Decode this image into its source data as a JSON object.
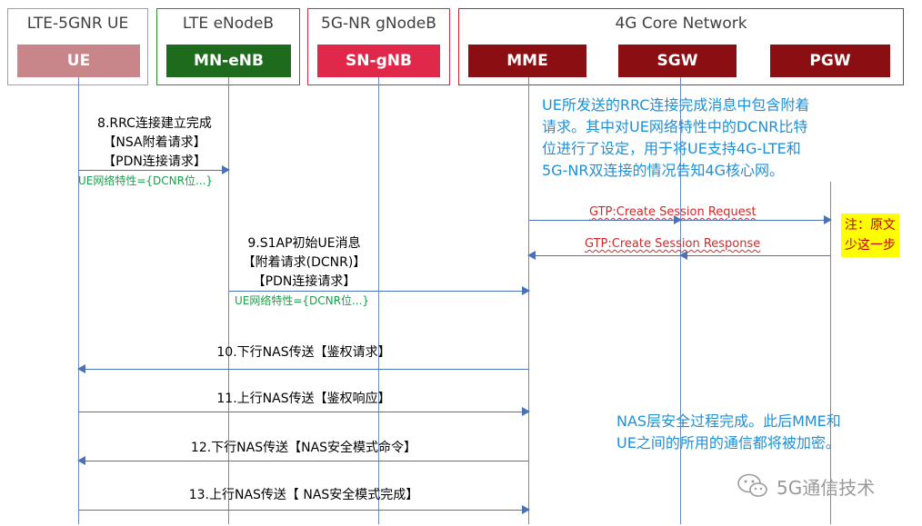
{
  "groups": {
    "ue": "LTE-5GNR UE",
    "enb": "LTE eNodeB",
    "gnb": "5G-NR gNodeB",
    "core": "4G Core Network"
  },
  "entities": {
    "ue": "UE",
    "mn_enb": "MN-eNB",
    "sn_gnb": "SN-gNB",
    "mme": "MME",
    "sgw": "SGW",
    "pgw": "PGW"
  },
  "colors": {
    "ue": "#c9868a",
    "mn_enb": "#1e6b1e",
    "sn_gnb": "#e0294a",
    "core": "#8b0f12",
    "border_ue": "#a0a0a0",
    "border_enb": "#2e8b2e",
    "border_gnb": "#e0294a",
    "border_core": "#c0282d",
    "arrow": "#4a72b8"
  },
  "messages": {
    "m8": [
      "8.RRC连接建立完成",
      "【NSA附着请求】",
      "【PDN连接请求】"
    ],
    "m8_sub": "UE网络特性={DCNR位...}",
    "m9": [
      "9.S1AP初始UE消息",
      "【附着请求(DCNR)】",
      "【PDN连接请求】"
    ],
    "m9_sub": "UE网络特性={DCNR位...}",
    "gtp_req": "GTP:Create Session Request",
    "gtp_resp": "GTP:Create Session Response",
    "m10": "10.下行NAS传送【鉴权请求】",
    "m11": "11.上行NAS传送【鉴权响应】",
    "m12": "12.下行NAS传送【NAS安全模式命令】",
    "m13": "13.上行NAS传送【 NAS安全模式完成】"
  },
  "notes": {
    "top": [
      "UE所发送的RRC连接完成消息中包含附着",
      "请求。其中对UE网络特性中的DCNR比特",
      "位进行了设定，用于将UE支持4G-LTE和",
      "5G-NR双连接的情况告知4G核心网。"
    ],
    "bottom": [
      "NAS层安全过程完成。此后MME和",
      "UE之间的所用的通信都将被加密。"
    ],
    "yellow": [
      "注：原文",
      "少这一步"
    ]
  },
  "watermark": "5G通信技术"
}
